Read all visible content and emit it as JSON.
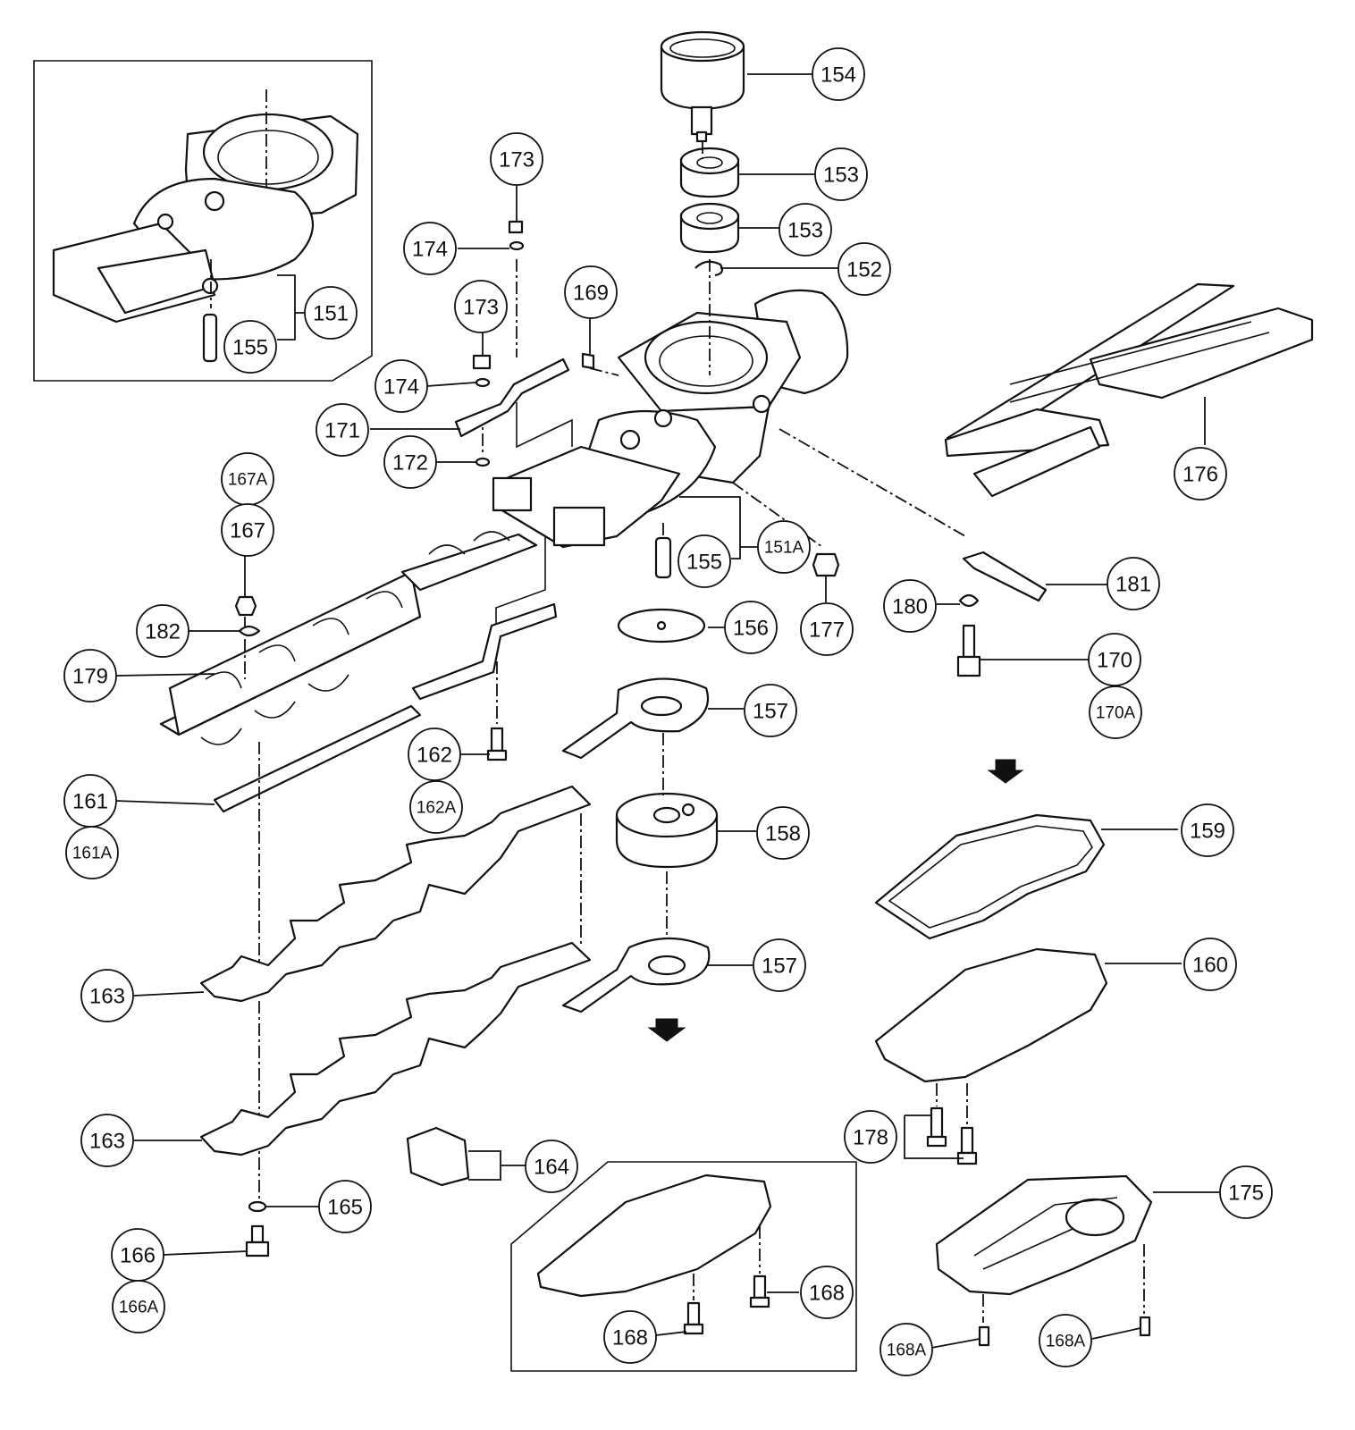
{
  "callouts": {
    "c151": "151",
    "c151A": "151A",
    "c152": "152",
    "c153a": "153",
    "c153b": "153",
    "c154": "154",
    "c155a": "155",
    "c155b": "155",
    "c156": "156",
    "c157a": "157",
    "c157b": "157",
    "c158": "158",
    "c159": "159",
    "c160": "160",
    "c161": "161",
    "c161A": "161A",
    "c162": "162",
    "c162A": "162A",
    "c163a": "163",
    "c163b": "163",
    "c164": "164",
    "c165": "165",
    "c166": "166",
    "c166A": "166A",
    "c167": "167",
    "c167A": "167A",
    "c168a": "168",
    "c168b": "168",
    "c168Aa": "168A",
    "c168Ab": "168A",
    "c169": "169",
    "c170": "170",
    "c170A": "170A",
    "c171": "171",
    "c172": "172",
    "c173a": "173",
    "c173b": "173",
    "c174a": "174",
    "c174b": "174",
    "c175": "175",
    "c176": "176",
    "c177": "177",
    "c178": "178",
    "c179": "179",
    "c180": "180",
    "c181": "181",
    "c182": "182"
  },
  "colors": {
    "line": "#111111",
    "background": "#ffffff"
  }
}
